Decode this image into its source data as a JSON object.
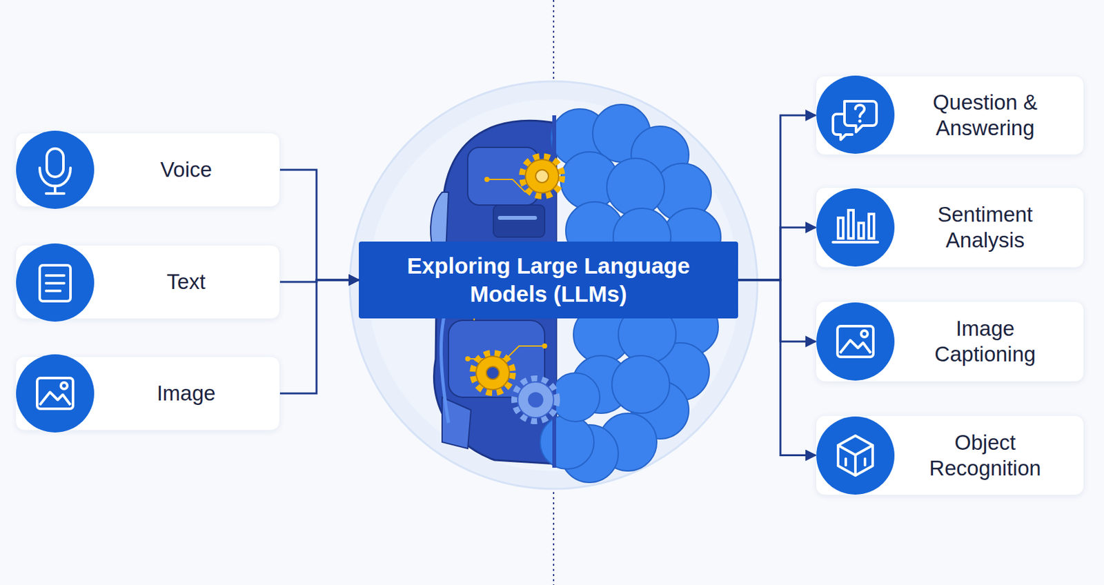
{
  "diagram": {
    "nodes": [
      {
        "text": [
          "Voice"
        ]
      },
      {
        "text": [
          "Text"
        ]
      },
      {
        "text": [
          "Image"
        ]
      },
      {
        "text": [
          "Exploring Large Language Models (LLMs)"
        ]
      },
      {
        "text": [
          "Question & Answering"
        ]
      },
      {
        "text": [
          "Sentiment Analysis"
        ]
      },
      {
        "text": [
          "Image Captioning"
        ]
      },
      {
        "text": [
          "Object Recognition"
        ]
      }
    ],
    "edges": [
      {
        "from": 0,
        "to": 3,
        "arrow": "to"
      },
      {
        "from": 1,
        "to": 3,
        "arrow": "to"
      },
      {
        "from": 2,
        "to": 3,
        "arrow": "to"
      },
      {
        "from": 3,
        "to": 4,
        "arrow": "to"
      },
      {
        "from": 3,
        "to": 5,
        "arrow": "to"
      },
      {
        "from": 3,
        "to": 6,
        "arrow": "to"
      },
      {
        "from": 3,
        "to": 7,
        "arrow": "to"
      }
    ]
  }
}
